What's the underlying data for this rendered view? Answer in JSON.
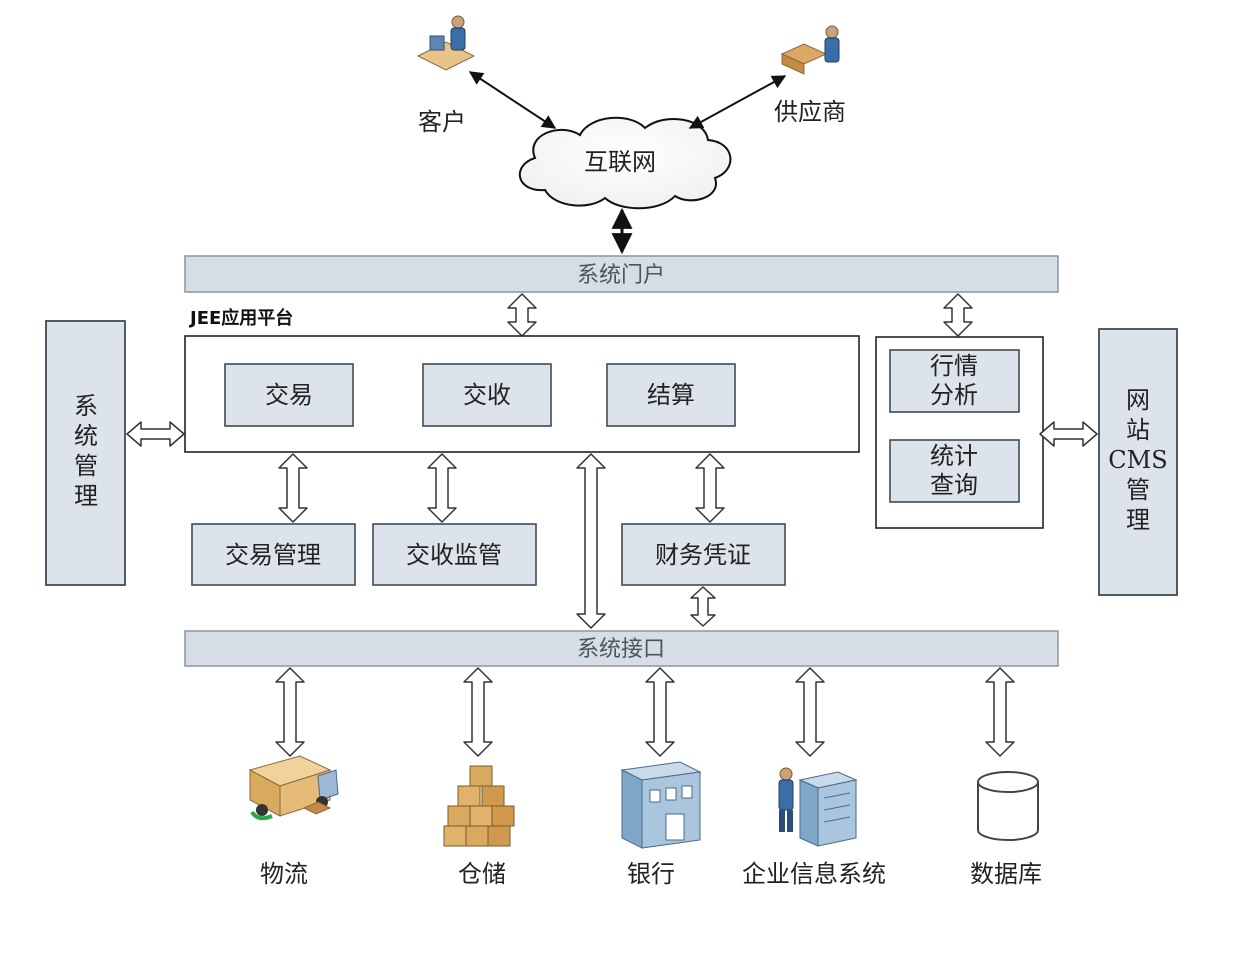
{
  "actors": {
    "customer": "客户",
    "supplier": "供应商"
  },
  "internet": "互联网",
  "portal_bar": "系统门户",
  "interface_bar": "系统接口",
  "platform_label": "JEE应用平台",
  "modules": {
    "trade": "交易",
    "receive": "交收",
    "settle": "结算"
  },
  "sub_modules": {
    "trade_mgmt": "交易管理",
    "receive_supervise": "交收监管",
    "finance_voucher": "财务凭证"
  },
  "analysis": {
    "market": [
      "行情",
      "分析"
    ],
    "stats": [
      "统计",
      "查询"
    ]
  },
  "system_mgmt": [
    "系",
    "统",
    "管",
    "理"
  ],
  "cms": [
    "网",
    "站",
    "CMS",
    "管",
    "理"
  ],
  "externals": {
    "logistics": "物流",
    "warehouse": "仓储",
    "bank": "银行",
    "enterprise": "企业信息系统",
    "database": "数据库"
  }
}
